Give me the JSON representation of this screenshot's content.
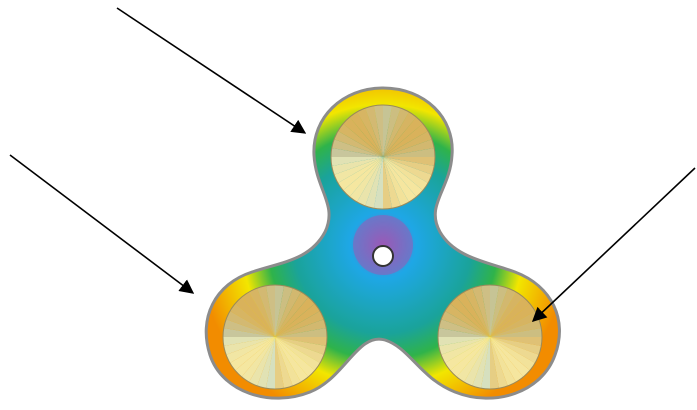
{
  "figure": {
    "subject": "fidget-spinner",
    "background_color": "#ffffff",
    "arrow_color": "#000000",
    "outline_color": "#8c8c8c",
    "center_hole_color": "#ffffff",
    "body_gradient": [
      "#9b59b6",
      "#1ea7e6",
      "#1aa39a",
      "#2fb34a",
      "#f2e600",
      "#f28c00"
    ],
    "bearing_gradient": [
      "#c89a4a",
      "#f5e7a0",
      "#b7d9de",
      "#d9b25a",
      "#b3d6d0"
    ],
    "arrow_count": 3,
    "lobe_count": 3
  }
}
